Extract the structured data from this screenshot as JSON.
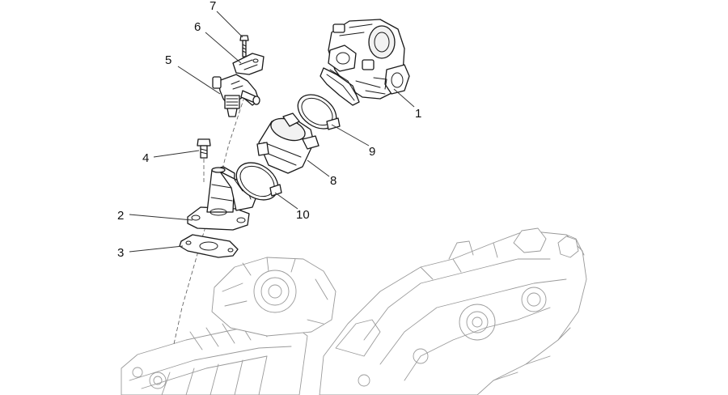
{
  "callouts": [
    {
      "id": "1",
      "label": "1"
    },
    {
      "id": "2",
      "label": "2"
    },
    {
      "id": "3",
      "label": "3"
    },
    {
      "id": "4",
      "label": "4"
    },
    {
      "id": "5",
      "label": "5"
    },
    {
      "id": "6",
      "label": "6"
    },
    {
      "id": "7",
      "label": "7"
    },
    {
      "id": "8",
      "label": "8"
    },
    {
      "id": "9",
      "label": "9"
    },
    {
      "id": "10",
      "label": "10"
    }
  ],
  "colors": {
    "line": "#1a1a1a",
    "background_engine": "#9a9a9a",
    "background": "#ffffff"
  },
  "icons": {
    "throttle_body": "throttle-body-icon",
    "intake_manifold": "intake-manifold-icon",
    "gasket": "gasket-icon",
    "screw": "screw-icon",
    "injector": "injector-icon",
    "bracket": "bracket-icon",
    "bolt": "bolt-icon",
    "coupling": "coupling-icon",
    "clamp": "clamp-icon",
    "crankcase": "crankcase-icon"
  }
}
